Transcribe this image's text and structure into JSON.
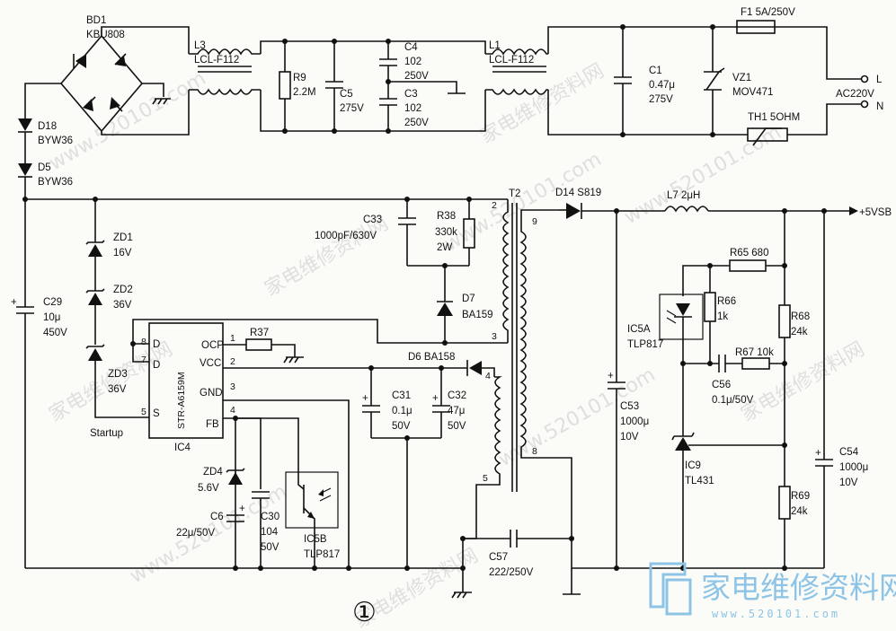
{
  "labels": {
    "bd1": "BD1",
    "bd1_part": "KBU808",
    "l3": "L3",
    "l3_part": "LCL-F112",
    "l1": "L1",
    "l1_part": "LCL-F112",
    "r9": "R9",
    "r9_val": "2.2M",
    "c5": "C5",
    "c5_val": "275V",
    "c4": "C4",
    "c4_val1": "102",
    "c4_val2": "250V",
    "c3": "C3",
    "c3_val1": "102",
    "c3_val2": "250V",
    "c1": "C1",
    "c1_val1": "0.47μ",
    "c1_val2": "275V",
    "vz1": "VZ1",
    "vz1_part": "MOV471",
    "f1": "F1 5A/250V",
    "th1": "TH1 5OHM",
    "ac_l": "L",
    "ac_n": "N",
    "ac": "AC220V",
    "d18": "D18",
    "d18_part": "BYW36",
    "d5": "D5",
    "d5_part": "BYW36",
    "zd1": "ZD1",
    "zd1_val": "16V",
    "zd2": "ZD2",
    "zd2_val": "36V",
    "zd3": "ZD3",
    "zd3_val": "36V",
    "c29": "C29",
    "c29_val1": "10μ",
    "c29_val2": "450V",
    "c33": "C33",
    "c33_val": "1000pF/630V",
    "r38": "R38",
    "r38_val1": "330k",
    "r38_val2": "2W",
    "d7": "D7",
    "d7_part": "BA159",
    "t2": "T2",
    "d14": "D14 S819",
    "l7": "L7 2μH",
    "out": "+5VSB",
    "r65": "R65 680",
    "r66": "R66",
    "r66_val": "1k",
    "ic5a": "IC5A",
    "ic5a_part": "TLP817",
    "r68": "R68",
    "r68_val": "24k",
    "r67": "R67 10k",
    "c56": "C56",
    "c56_val": "0.1μ/50V",
    "c53": "C53",
    "c53_val1": "1000μ",
    "c53_val2": "10V",
    "c54": "C54",
    "c54_val1": "1000μ",
    "c54_val2": "10V",
    "ic9": "IC9",
    "ic9_part": "TL431",
    "r69": "R69",
    "r69_val": "24k",
    "ic4_part": "STR-A6159M",
    "ic4": "IC4",
    "pin_d1": "D",
    "pin_d2": "D",
    "pin_ocp": "OCP",
    "pin_vcc": "VCC",
    "pin_gnd": "GND",
    "pin_fb": "FB",
    "pin_s": "S",
    "n8": "8",
    "n7": "7",
    "n5": "5",
    "n1": "1",
    "n2": "2",
    "n3": "3",
    "n4": "4",
    "startup": "Startup",
    "r37": "R37",
    "d6": "D6 BA158",
    "c31": "C31",
    "c31_val1": "0.1μ",
    "c31_val2": "50V",
    "c32": "C32",
    "c32_val1": "47μ",
    "c32_val2": "50V",
    "zd4": "ZD4",
    "zd4_val": "5.6V",
    "c6": "C6",
    "c6_val": "22μ/50V",
    "c30": "C30",
    "c30_val1": "104",
    "c30_val2": "50V",
    "ic5b": "IC5B",
    "ic5b_part": "TLP817",
    "c57": "C57",
    "c57_val": "222/250V",
    "t_p2": "2",
    "t_p3": "3",
    "t_p4": "4",
    "t_p5": "5",
    "t_p9": "9",
    "t_p8": "8",
    "circle": "①"
  },
  "watermark": {
    "brand_cn": "家电维修资料网",
    "url": "www.520101.com",
    "url_small": "www.520101.com"
  }
}
